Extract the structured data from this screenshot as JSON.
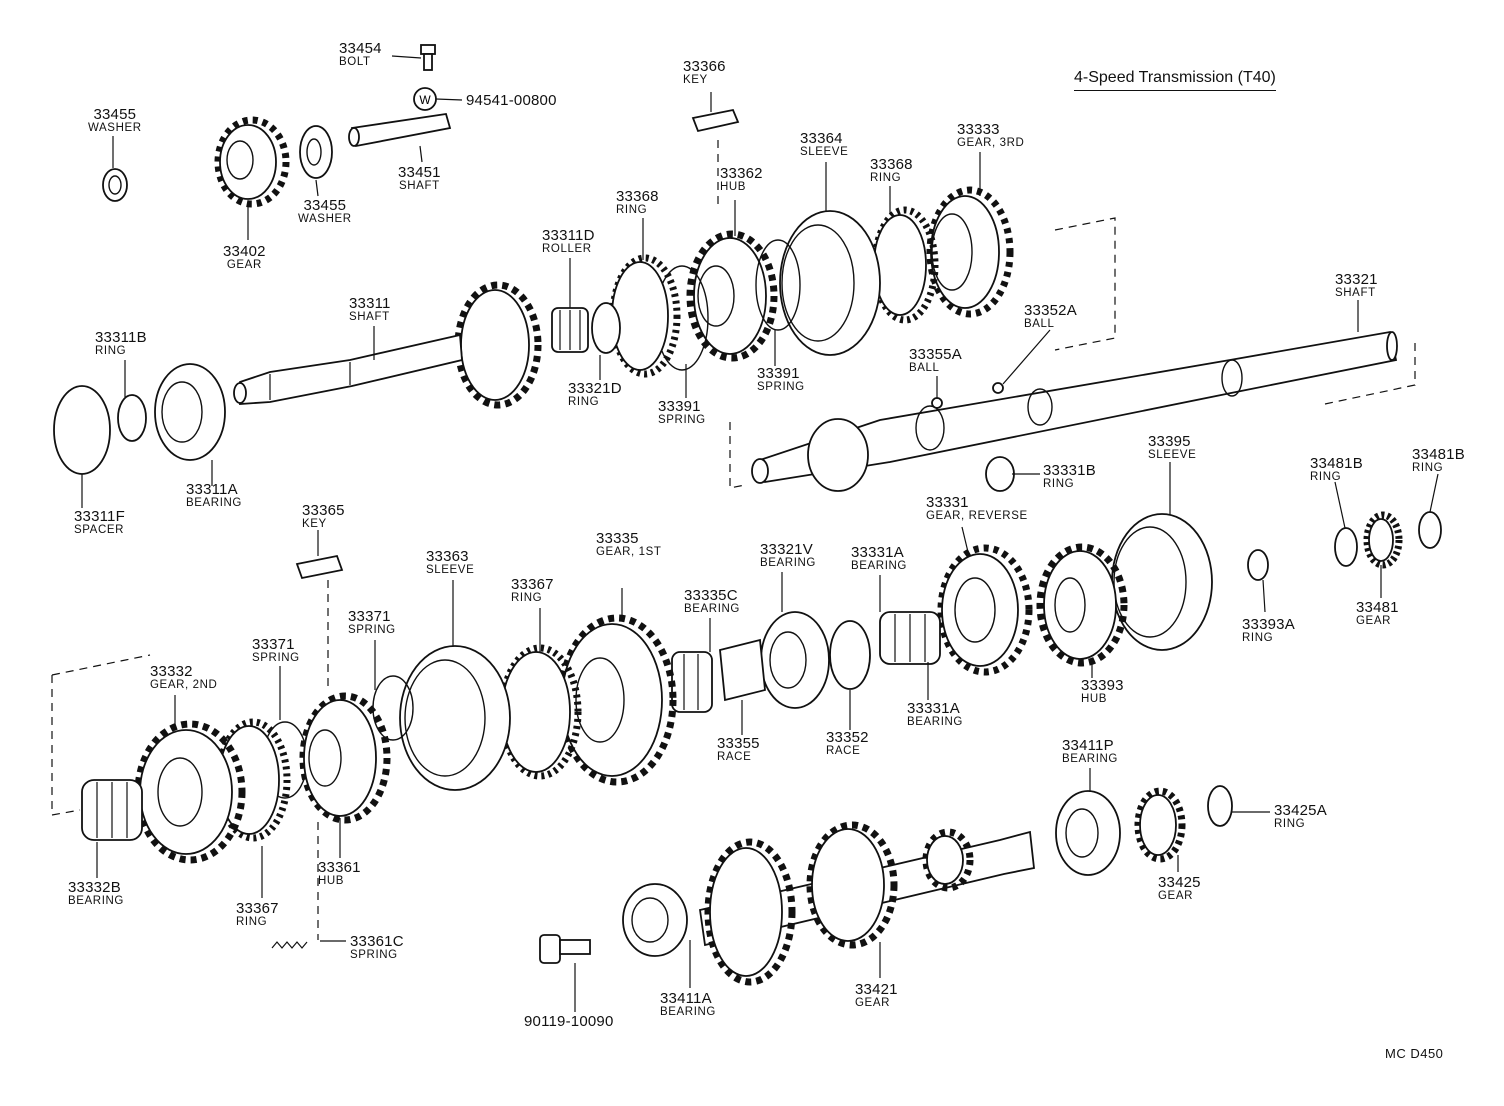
{
  "title": "4-Speed Transmission (T40)",
  "diagram_code": "MC D450",
  "parts": {
    "p33454": {
      "number": "33454",
      "name": "BOLT"
    },
    "p94541": {
      "number": "94541-00800",
      "name": ""
    },
    "p33455a": {
      "number": "33455",
      "name": "WASHER"
    },
    "p33455b": {
      "number": "33455",
      "name": "WASHER"
    },
    "p33451": {
      "number": "33451",
      "name": "SHAFT"
    },
    "p33402": {
      "number": "33402",
      "name": "GEAR"
    },
    "p33366": {
      "number": "33366",
      "name": "KEY"
    },
    "p33364": {
      "number": "33364",
      "name": "SLEEVE"
    },
    "p33333": {
      "number": "33333",
      "name": "GEAR, 3RD"
    },
    "p33368a": {
      "number": "33368",
      "name": "RING"
    },
    "p33362": {
      "number": "33362",
      "name": "HUB"
    },
    "p33368b": {
      "number": "33368",
      "name": "RING"
    },
    "p33311D": {
      "number": "33311D",
      "name": "ROLLER"
    },
    "p33311": {
      "number": "33311",
      "name": "SHAFT"
    },
    "p33311B": {
      "number": "33311B",
      "name": "RING"
    },
    "p33321D": {
      "number": "33321D",
      "name": "RING"
    },
    "p33391a": {
      "number": "33391",
      "name": "SPRING"
    },
    "p33391b": {
      "number": "33391",
      "name": "SPRING"
    },
    "p33352A": {
      "number": "33352A",
      "name": "BALL"
    },
    "p33355A": {
      "number": "33355A",
      "name": "BALL"
    },
    "p33321": {
      "number": "33321",
      "name": "SHAFT"
    },
    "p33311A": {
      "number": "33311A",
      "name": "BEARING"
    },
    "p33311F": {
      "number": "33311F",
      "name": "SPACER"
    },
    "p33331B": {
      "number": "33331B",
      "name": "RING"
    },
    "p33395": {
      "number": "33395",
      "name": "SLEEVE"
    },
    "p33481Ba": {
      "number": "33481B",
      "name": "RING"
    },
    "p33481Bb": {
      "number": "33481B",
      "name": "RING"
    },
    "p33365": {
      "number": "33365",
      "name": "KEY"
    },
    "p33331": {
      "number": "33331",
      "name": "GEAR, REVERSE"
    },
    "p33335": {
      "number": "33335",
      "name": "GEAR, 1ST"
    },
    "p33363": {
      "number": "33363",
      "name": "SLEEVE"
    },
    "p33367a": {
      "number": "33367",
      "name": "RING"
    },
    "p33321V": {
      "number": "33321V",
      "name": "BEARING"
    },
    "p33331Aa": {
      "number": "33331A",
      "name": "BEARING"
    },
    "p33335C": {
      "number": "33335C",
      "name": "BEARING"
    },
    "p33371a": {
      "number": "33371",
      "name": "SPRING"
    },
    "p33371b": {
      "number": "33371",
      "name": "SPRING"
    },
    "p33332": {
      "number": "33332",
      "name": "GEAR, 2ND"
    },
    "p33393A": {
      "number": "33393A",
      "name": "RING"
    },
    "p33481": {
      "number": "33481",
      "name": "GEAR"
    },
    "p33393": {
      "number": "33393",
      "name": "HUB"
    },
    "p33331Ab": {
      "number": "33331A",
      "name": "BEARING"
    },
    "p33355": {
      "number": "33355",
      "name": "RACE"
    },
    "p33352": {
      "number": "33352",
      "name": "RACE"
    },
    "p33411P": {
      "number": "33411P",
      "name": "BEARING"
    },
    "p33425A": {
      "number": "33425A",
      "name": "RING"
    },
    "p33361": {
      "number": "33361",
      "name": "HUB"
    },
    "p33332B": {
      "number": "33332B",
      "name": "BEARING"
    },
    "p33367b": {
      "number": "33367",
      "name": "RING"
    },
    "p33361C": {
      "number": "33361C",
      "name": "SPRING"
    },
    "p33425": {
      "number": "33425",
      "name": "GEAR"
    },
    "p33421": {
      "number": "33421",
      "name": "GEAR"
    },
    "p33411A": {
      "number": "33411A",
      "name": "BEARING"
    },
    "p90119": {
      "number": "90119-10090",
      "name": ""
    }
  }
}
